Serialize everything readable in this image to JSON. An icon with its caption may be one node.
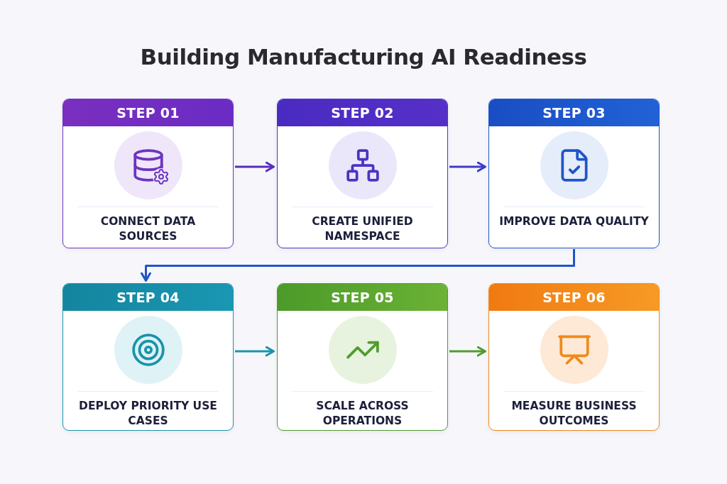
{
  "diagram": {
    "title": "Building Manufacturing AI Readiness",
    "nodes": [
      {
        "text": [
          "STEP 01",
          "CONNECT DATA SOURCES"
        ]
      },
      {
        "text": [
          "STEP 02",
          "CREATE UNIFIED NAMESPACE"
        ]
      },
      {
        "text": [
          "STEP 03",
          "IMPROVE DATA QUALITY"
        ]
      },
      {
        "text": [
          "STEP 04",
          "DEPLOY PRIORITY USE CASES"
        ]
      },
      {
        "text": [
          "STEP 05",
          "SCALE ACROSS OPERATIONS"
        ]
      },
      {
        "text": [
          "STEP 06",
          "MEASURE BUSINESS OUTCOMES"
        ]
      }
    ],
    "edges": [
      {
        "from": 0,
        "to": 1,
        "arrow": "to",
        "color": "#5a2dbf"
      },
      {
        "from": 1,
        "to": 2,
        "arrow": "to",
        "color": "#3d3ccc"
      },
      {
        "from": 2,
        "to": 3,
        "arrow": "to",
        "color": "#1f55c9"
      },
      {
        "from": 3,
        "to": 4,
        "arrow": "to",
        "color": "#1a93ab"
      },
      {
        "from": 4,
        "to": 5,
        "arrow": "to",
        "color": "#4f9c2f"
      }
    ]
  }
}
